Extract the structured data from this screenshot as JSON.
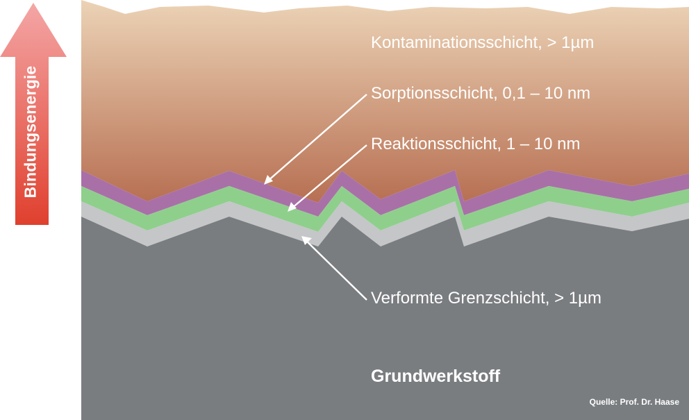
{
  "axis": {
    "label": "Bindungsenergie",
    "arrow_colors": {
      "top": "#f4a6a6",
      "bottom": "#e0402e"
    }
  },
  "layers": {
    "contamination": {
      "label": "Kontaminationsschicht, > 1µm",
      "color_top": "#ecd3b6",
      "color_bottom": "#b76f52"
    },
    "sorption": {
      "label": "Sorptionsschicht, 0,1 – 10 nm",
      "color": "#a970a8"
    },
    "reaction": {
      "label": "Reaktionsschicht, 1 – 10 nm",
      "color": "#8fcf8c"
    },
    "deformed": {
      "label": "Verformte Grenzschicht, > 1µm",
      "color": "#c4c6c8"
    },
    "base": {
      "label": "Grundwerkstoff",
      "color": "#7a7d80"
    }
  },
  "source": "Quelle: Prof. Dr. Haase"
}
